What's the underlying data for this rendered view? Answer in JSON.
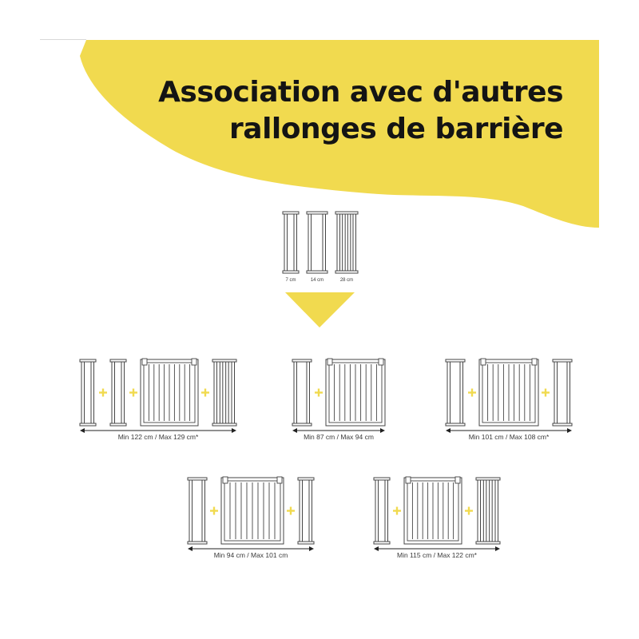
{
  "colors": {
    "accent": "#f1da4f",
    "outline": "#444444",
    "text": "#141414"
  },
  "title": {
    "line1": "Association avec d'autres",
    "line2": "rallonges de barrière"
  },
  "extensions": [
    {
      "label": "7 cm",
      "bars": 2
    },
    {
      "label": "14 cm",
      "bars": 2
    },
    {
      "label": "28 cm",
      "bars": 4
    }
  ],
  "configurations": [
    {
      "label": "Min 122 cm / Max 129 cm*",
      "left": [
        7,
        7
      ],
      "right": [
        28
      ]
    },
    {
      "label": "Min 87 cm / Max 94 cm",
      "left": [
        14
      ],
      "right": []
    },
    {
      "label": "Min 101 cm / Max 108 cm*",
      "left": [
        14
      ],
      "right": [
        14
      ]
    },
    {
      "label": "Min 94 cm / Max 101 cm",
      "left": [
        14
      ],
      "right": [
        7
      ]
    },
    {
      "label": "Min 115 cm / Max 122 cm*",
      "left": [
        7
      ],
      "right": [
        28
      ]
    }
  ]
}
